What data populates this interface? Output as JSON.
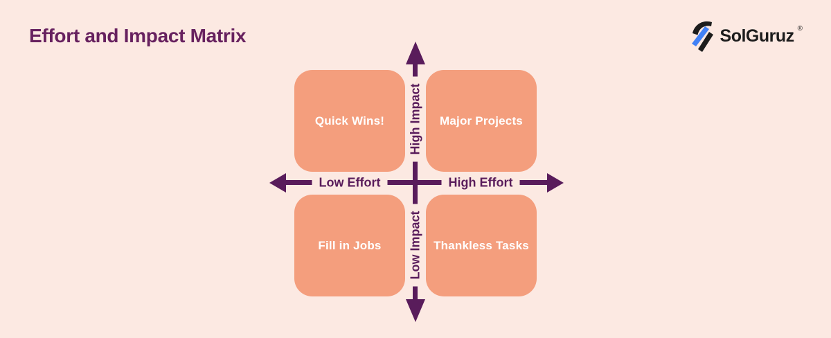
{
  "page": {
    "background_color": "#fce9e2"
  },
  "header": {
    "title": "Effort and Impact Matrix",
    "title_color": "#67215f"
  },
  "logo": {
    "brand": "SolGuruz",
    "registered_mark": "®",
    "icon": "solguruz-bolt-icon",
    "icon_blue": "#4181f6",
    "icon_black": "#1c1c1c",
    "text_color": "#1c1c1c"
  },
  "matrix": {
    "accent_purple": "#591c5b",
    "quadrant_fill": "#f49e7d",
    "quadrant_text_color": "#ffffff",
    "axis_labels": {
      "left": "Low Effort",
      "right": "High Effort",
      "top": "High Impact",
      "bottom": "Low Impact"
    },
    "quadrants": [
      {
        "position": "top-left",
        "effort": "low",
        "impact": "high",
        "label": "Quick Wins!"
      },
      {
        "position": "top-right",
        "effort": "high",
        "impact": "high",
        "label": "Major Projects"
      },
      {
        "position": "bottom-left",
        "effort": "low",
        "impact": "low",
        "label": "Fill in Jobs"
      },
      {
        "position": "bottom-right",
        "effort": "high",
        "impact": "low",
        "label": "Thankless Tasks"
      }
    ]
  }
}
